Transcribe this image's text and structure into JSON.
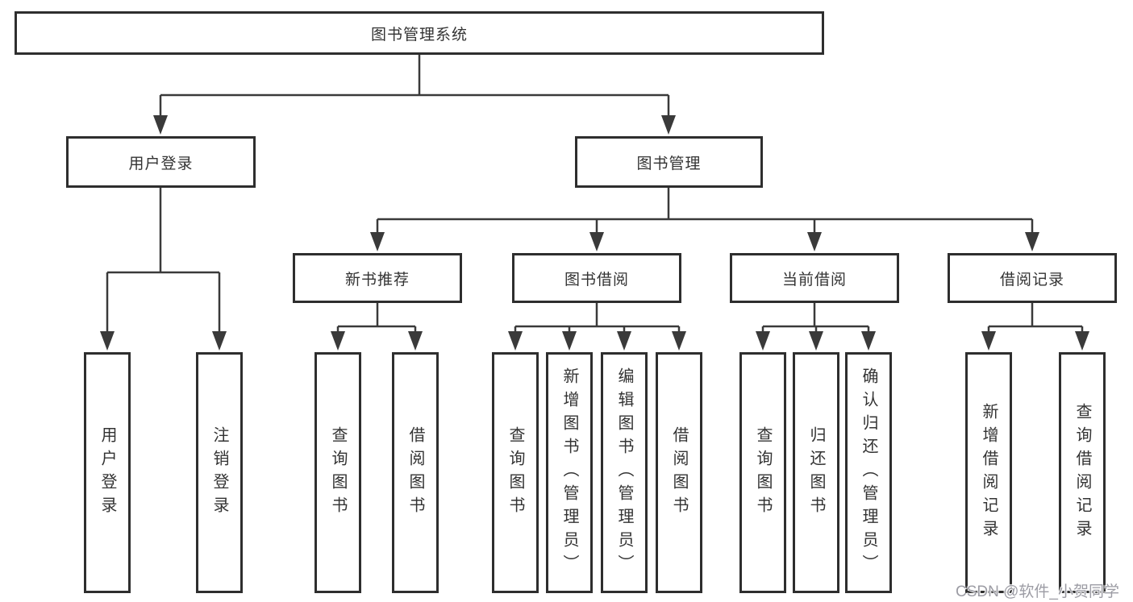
{
  "tree": {
    "label": "图书管理系统",
    "children": [
      {
        "label": "用户登录",
        "children": [
          {
            "label": "用户登录"
          },
          {
            "label": "注销登录"
          }
        ]
      },
      {
        "label": "图书管理",
        "children": [
          {
            "label": "新书推荐",
            "children": [
              {
                "label": "查询图书"
              },
              {
                "label": "借阅图书"
              }
            ]
          },
          {
            "label": "图书借阅",
            "children": [
              {
                "label": "查询图书"
              },
              {
                "label": "新增图书（管理员）"
              },
              {
                "label": "编辑图书（管理员）"
              },
              {
                "label": "借阅图书"
              }
            ]
          },
          {
            "label": "当前借阅",
            "children": [
              {
                "label": "查询图书"
              },
              {
                "label": "归还图书"
              },
              {
                "label": "确认归还（管理员）"
              }
            ]
          },
          {
            "label": "借阅记录",
            "children": [
              {
                "label": "新增借阅记录"
              },
              {
                "label": "查询借阅记录"
              }
            ]
          }
        ]
      }
    ]
  },
  "watermark": "CSDN @软件_小贺同学",
  "colors": {
    "line": "#3a3a3a",
    "border": "#2e2e2e",
    "text": "#333333",
    "watermark": "#9c9ca4",
    "background": "#ffffff"
  }
}
